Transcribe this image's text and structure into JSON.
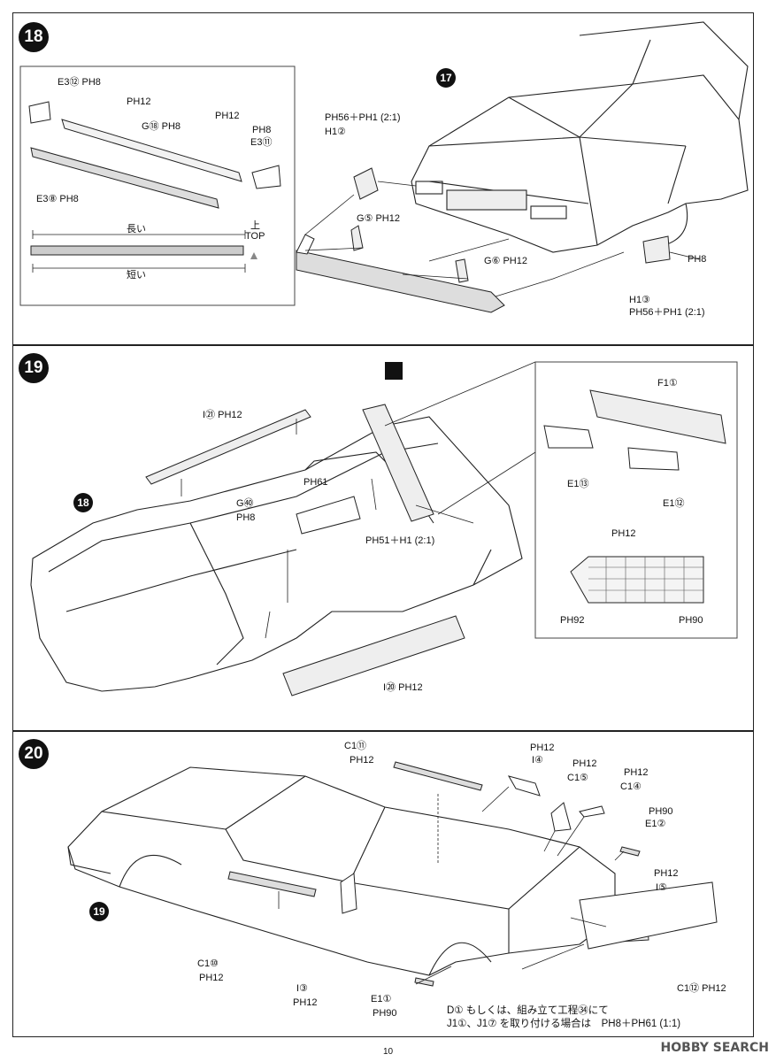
{
  "steps": {
    "s18": {
      "number": "18",
      "inset_labels": {
        "e3_12": "E3⑫ PH8",
        "ph12_a": "PH12",
        "g18": "G⑱ PH8",
        "ph12_b": "PH12",
        "ph8": "PH8",
        "e3_11": "E3⑪",
        "e3_8": "E3⑧ PH8",
        "long": "長い",
        "short": "短い",
        "top_jp": "上",
        "top_en": "TOP"
      },
      "labels": {
        "ph56_ph1": "PH56＋PH1 (2:1)",
        "h1_2": "H1②",
        "g5": "G⑤ PH12",
        "g6": "G⑥ PH12",
        "ph8": "PH8",
        "h1_3": "H1③",
        "ph56_ph1_b": "PH56＋PH1 (2:1)"
      },
      "ref": "17"
    },
    "s19": {
      "number": "19",
      "labels": {
        "i21": "I㉑ PH12",
        "ph61": "PH61",
        "g40": "G㊵",
        "g40_ph": "PH8",
        "ph51": "PH51＋H1 (2:1)",
        "i20": "I⑳ PH12"
      },
      "inset_labels": {
        "f1": "F1①",
        "e1_13": "E1⑬",
        "e1_12": "E1⑫",
        "ph12": "PH12",
        "ph92": "PH92",
        "ph90": "PH90"
      },
      "ref": "18"
    },
    "s20": {
      "number": "20",
      "labels": {
        "c1_11": "C1⑪",
        "c1_11_ph": "PH12",
        "ph12_i4": "PH12",
        "i4": "I④",
        "ph12_c15": "PH12",
        "c1_5": "C1⑤",
        "ph12_c14": "PH12",
        "c1_4": "C1④",
        "ph90": "PH90",
        "e1_2": "E1②",
        "ph12_i5": "PH12",
        "i5": "I⑤",
        "c1_10": "C1⑩",
        "c1_10_ph": "PH12",
        "i3": "I③",
        "i3_ph": "PH12",
        "e1_1": "E1①",
        "e1_1_ph": "PH90",
        "c1_12": "C1⑫ PH12"
      },
      "ref": "19",
      "note_line1": "D① もしくは、組み立て工程㉞にて",
      "note_line2": "J1①、J1⑦ を取り付ける場合は　PH8＋PH61 (1:1)"
    }
  },
  "page_number": "10",
  "watermark": "HOBBY SEARCH"
}
